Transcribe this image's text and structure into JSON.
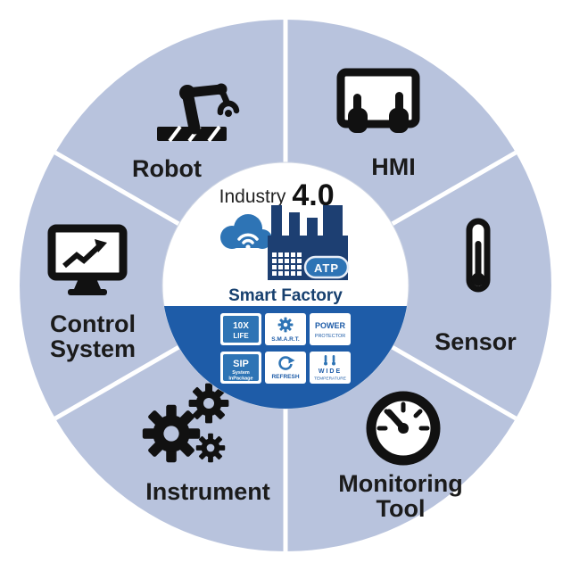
{
  "title_area": {
    "industry": "Industry",
    "version": "4.0",
    "smart_factory": "Smart Factory",
    "atp_label": "ATP"
  },
  "segments": [
    {
      "label": "Robot"
    },
    {
      "label": "HMI"
    },
    {
      "label": "Sensor"
    },
    {
      "line1": "Monitoring",
      "line2": "Tool"
    },
    {
      "label": "Instrument"
    },
    {
      "line1": "Control",
      "line2": "System"
    }
  ],
  "badges": [
    {
      "line1": "10X",
      "line2": "LIFE"
    },
    {
      "label": "S.M.A.R.T."
    },
    {
      "line1": "POWER",
      "line2": "PROTECTOR"
    },
    {
      "line1": "SIP",
      "line2": "System",
      "line3": "InPackage"
    },
    {
      "label": "REFRESH"
    },
    {
      "line1": "WIDE",
      "line2": "TEMPERATURE"
    }
  ],
  "colors": {
    "ring": "#b8c3dd",
    "band_blue": "#1e5ca8",
    "factory_navy": "#1d3f72",
    "accent_blue": "#2e74b5",
    "icon_black": "#111111"
  }
}
